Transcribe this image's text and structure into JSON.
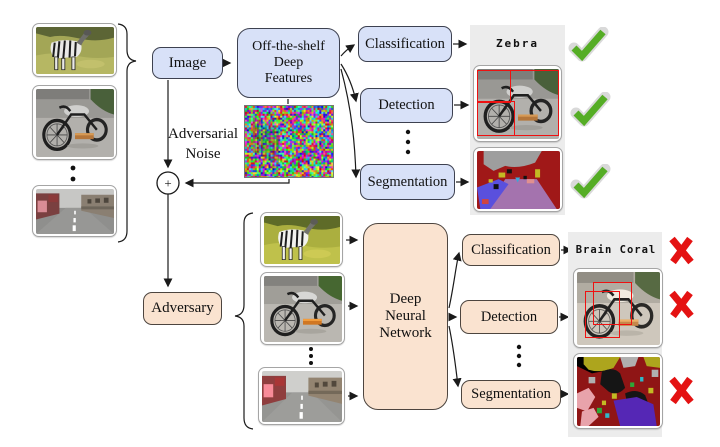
{
  "top": {
    "image_label": "Image",
    "features_l1": "Off-the-shelf",
    "features_l2": "Deep",
    "features_l3": "Features",
    "noise_l1": "Adversarial",
    "noise_l2": "Noise",
    "plus": "+",
    "task_classification": "Classification",
    "task_detection": "Detection",
    "task_segmentation": "Segmentation",
    "result_classification": "Zebra",
    "status": "correct"
  },
  "bottom": {
    "adversary_label": "Adversary",
    "dnn_l1": "Deep",
    "dnn_l2": "Neural",
    "dnn_l3": "Network",
    "task_classification": "Classification",
    "task_detection": "Detection",
    "task_segmentation": "Segmentation",
    "result_classification": "Brain Coral",
    "status": "incorrect"
  },
  "icons": {
    "correct": "check-icon",
    "incorrect": "cross-icon",
    "plus": "plus-circle-icon",
    "ellipsis": "vertical-ellipsis"
  },
  "colors": {
    "blue_fill": "#d8e1f8",
    "peach_fill": "#fae3d0",
    "panel_gray": "#ececec",
    "check_green": "#55ad25",
    "cross_red": "#e41212",
    "detection_box_red": "#ee1111",
    "edge_black": "#1a1a1a"
  }
}
